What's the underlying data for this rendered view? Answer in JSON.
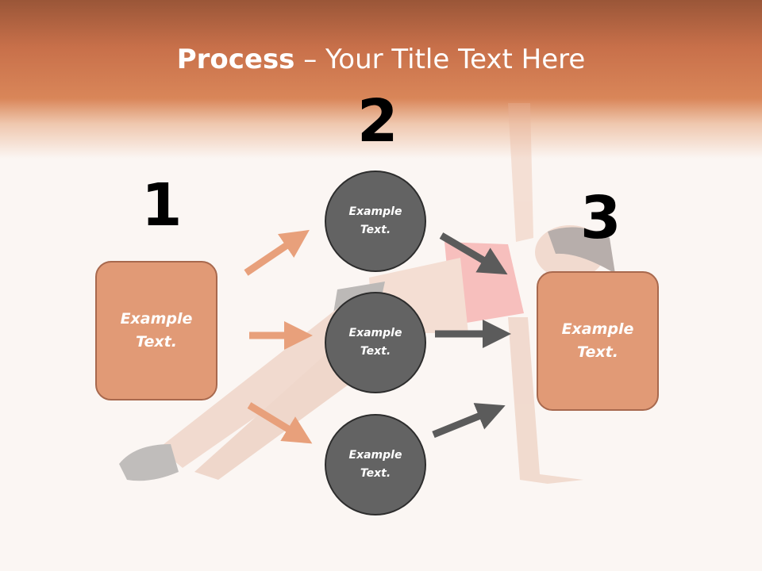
{
  "title": {
    "bold": "Process",
    "rest": " – Your Title Text Here"
  },
  "step_numbers": [
    "1",
    "2",
    "3"
  ],
  "left_box": {
    "line1": "Example",
    "line2": "Text."
  },
  "circles": [
    {
      "line1": "Example",
      "line2": "Text."
    },
    {
      "line1": "Example",
      "line2": "Text."
    },
    {
      "line1": "Example",
      "line2": "Text."
    }
  ],
  "right_box": {
    "line1": "Example",
    "line2": "Text."
  },
  "colors": {
    "header": "#d27b52",
    "box_fill": "#e19a76",
    "circle_fill": "#636363",
    "orange_arrow": "#e8a07b",
    "gray_arrow": "#5b5b5b"
  }
}
